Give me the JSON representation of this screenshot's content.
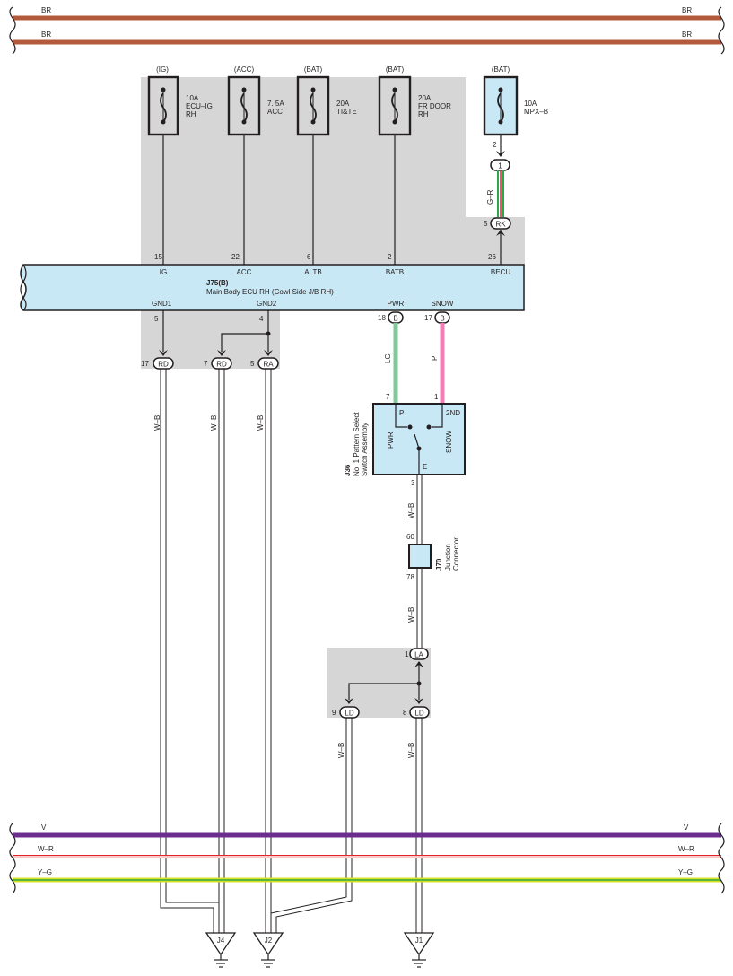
{
  "buses_top": [
    {
      "label": "BR",
      "color": "#b35a3c"
    },
    {
      "label": "BR",
      "color": "#b35a3c"
    }
  ],
  "buses_bottom": [
    {
      "label": "V",
      "color": "#6b2e8f"
    },
    {
      "label": "W–R",
      "color": "#e0262b"
    },
    {
      "label": "Y–G",
      "color": "#d9e021"
    }
  ],
  "fuses": [
    {
      "source": "(IG)",
      "rating": "10A",
      "name1": "ECU–IG",
      "name2": "RH"
    },
    {
      "source": "(ACC)",
      "rating": "7. 5A",
      "name1": "ACC",
      "name2": ""
    },
    {
      "source": "(BAT)",
      "rating": "20A",
      "name1": "TI&TE",
      "name2": ""
    },
    {
      "source": "(BAT)",
      "rating": "20A",
      "name1": "FR DOOR",
      "name2": "RH"
    },
    {
      "source": "(BAT)",
      "rating": "10A",
      "name1": "MPX–B",
      "name2": ""
    }
  ],
  "ecu": {
    "code": "J75(B)",
    "name": "Main Body ECU RH (Cowl Side J/B RH)",
    "top_pins": [
      {
        "num": "15",
        "label": "IG"
      },
      {
        "num": "22",
        "label": "ACC"
      },
      {
        "num": "6",
        "label": "ALTB"
      },
      {
        "num": "2",
        "label": "BATB"
      },
      {
        "num": "26",
        "label": "BECU"
      }
    ],
    "bottom_pins": [
      {
        "num": "5",
        "label": "GND1"
      },
      {
        "num": "4",
        "label": "GND2"
      },
      {
        "num": "18",
        "label": "PWR",
        "conn": "B"
      },
      {
        "num": "17",
        "label": "SNOW",
        "conn": "B"
      }
    ]
  },
  "connectors": {
    "mpx_pin": "2",
    "mpx_conn": "1",
    "rk_pin": "5",
    "rk_conn": "RK",
    "rd1_pin": "17",
    "rd1_conn": "RD",
    "rd2_pin": "7",
    "rd2_conn": "RD",
    "ra_pin": "5",
    "ra_conn": "RA",
    "la_pin": "1",
    "la_conn": "LA",
    "ld1_pin": "9",
    "ld1_conn": "LD",
    "ld2_pin": "8",
    "ld2_conn": "LD"
  },
  "wires": {
    "gr": "G–R",
    "lg": "LG",
    "p": "P",
    "wb": "W–B"
  },
  "switch": {
    "code": "J36",
    "name1": "No. 1 Pattern Select",
    "name2": "Switch Assembly",
    "pin_p": "7",
    "pin_2nd": "1",
    "pin_e": "3",
    "label_p": "P",
    "label_2nd": "2ND",
    "label_pwr": "PWR",
    "label_snow": "SNOW",
    "label_e": "E"
  },
  "junction": {
    "code": "J70",
    "name1": "Junction",
    "name2": "Connector",
    "pin_top": "60",
    "pin_bottom": "78"
  },
  "grounds": [
    "J4",
    "J2",
    "J1"
  ],
  "colors": {
    "lg": "#7fc99a",
    "p": "#ef7fb5",
    "ecu_fill": "#c9e8f5",
    "gray": "#d6d6d7",
    "gr_green": "#2aa84a",
    "gr_red": "#e0262b"
  }
}
